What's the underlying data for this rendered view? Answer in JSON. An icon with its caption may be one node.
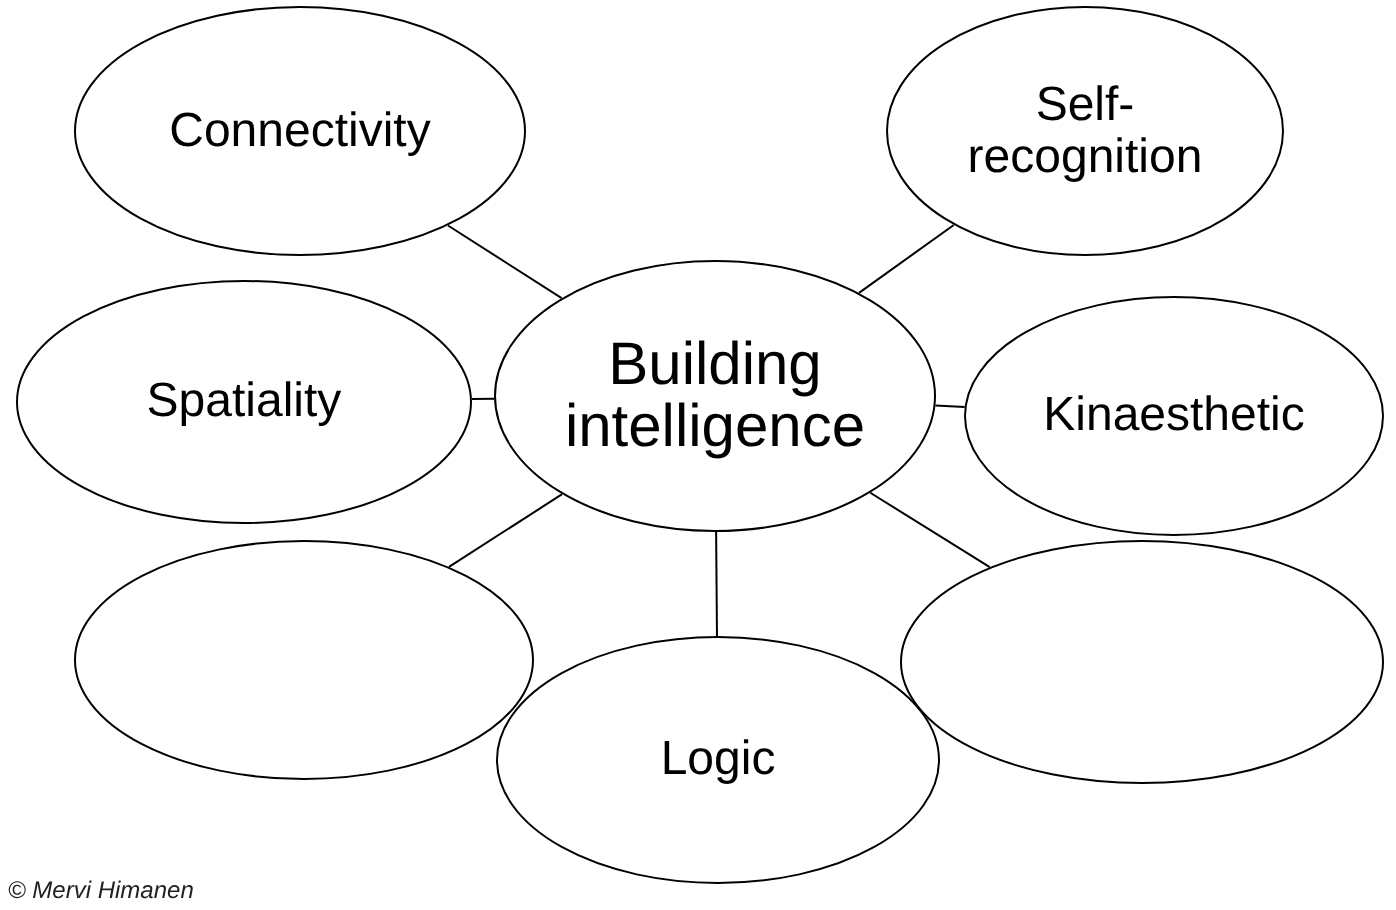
{
  "diagram": {
    "nodes": [
      {
        "text": [
          "Connectivity"
        ]
      },
      {
        "text": [
          "Self- recognition"
        ]
      },
      {
        "text": [
          "Spatiality"
        ]
      },
      {
        "text": [
          "Building intelligence"
        ]
      },
      {
        "text": [
          "Kinaesthetic"
        ]
      },
      {
        "text": [],
        "shape": "ellipse"
      },
      {
        "text": [
          "Logic"
        ]
      },
      {
        "text": [],
        "shape": "ellipse"
      }
    ],
    "edges": [
      {
        "from": 3,
        "to": 0,
        "arrow": "none"
      },
      {
        "from": 3,
        "to": 1,
        "arrow": "none"
      },
      {
        "from": 3,
        "to": 2,
        "arrow": "none"
      },
      {
        "from": 3,
        "to": 4,
        "arrow": "none"
      },
      {
        "from": 3,
        "to": 5,
        "arrow": "none"
      },
      {
        "from": 3,
        "to": 6,
        "arrow": "none"
      },
      {
        "from": 3,
        "to": 7,
        "arrow": "none"
      }
    ],
    "labels": [
      "© Mervi Himanen"
    ]
  }
}
